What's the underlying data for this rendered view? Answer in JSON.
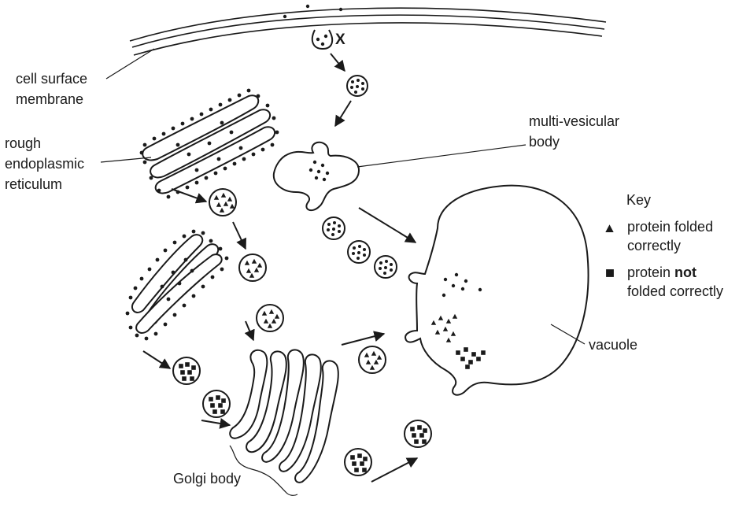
{
  "labels": {
    "cell_surface_membrane": [
      "cell surface",
      "membrane"
    ],
    "rough_er": [
      "rough",
      "endoplasmic",
      "reticulum"
    ],
    "multi_vesicular_body": [
      "multi-vesicular",
      "body"
    ],
    "vacuole": "vacuole",
    "golgi_body": "Golgi body",
    "x_marker": "X"
  },
  "key": {
    "title": "Key",
    "items": [
      {
        "symbol": "triangle",
        "lines": [
          "protein folded",
          "correctly"
        ]
      },
      {
        "symbol": "square",
        "line1_prefix": "protein ",
        "line1_bold": "not",
        "line2": "folded correctly"
      }
    ]
  }
}
